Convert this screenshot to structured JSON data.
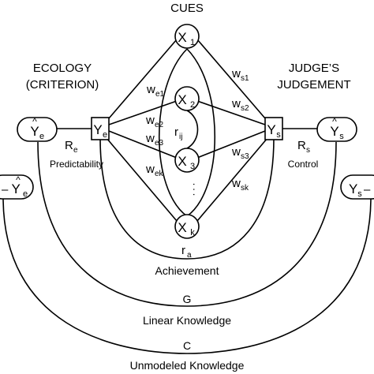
{
  "title": "CUES",
  "ecology_label": {
    "line1": "ECOLOGY",
    "line2": "(CRITERION)"
  },
  "judge_label": {
    "line1": "JUDGE’S",
    "line2": "JUDGEMENT"
  },
  "nodes": {
    "ye": {
      "base": "Y",
      "sub": "e"
    },
    "ys": {
      "base": "Y",
      "sub": "s"
    },
    "ye_hat": {
      "base": "Y",
      "hat": "^",
      "sub": "e"
    },
    "ys_hat": {
      "base": "Y",
      "hat": "^",
      "sub": "s"
    },
    "ye_resid": {
      "prefix": "– ",
      "base": "Y",
      "hat": "^",
      "sub": "e"
    },
    "ys_resid": {
      "base": "Y",
      "sub": "s",
      "suffix": " –"
    },
    "x1": {
      "base": "X",
      "sub": "1"
    },
    "x2": {
      "base": "X",
      "sub": "2"
    },
    "x3": {
      "base": "X",
      "sub": "3"
    },
    "xk": {
      "base": "X",
      "sub": "k"
    },
    "dots": "· · ·"
  },
  "weights": {
    "we1": {
      "base": "w",
      "sub": "e1"
    },
    "we2": {
      "base": "w",
      "sub": "e2"
    },
    "we3": {
      "base": "w",
      "sub": "e3"
    },
    "wek": {
      "base": "w",
      "sub": "ek"
    },
    "ws1": {
      "base": "w",
      "sub": "s1"
    },
    "ws2": {
      "base": "w",
      "sub": "s2"
    },
    "ws3": {
      "base": "w",
      "sub": "s3"
    },
    "wsk": {
      "base": "w",
      "sub": "sk"
    },
    "rij": {
      "base": "r",
      "sub": "ij"
    }
  },
  "relations": {
    "re": {
      "base": "R",
      "sub": "e"
    },
    "rs": {
      "base": "R",
      "sub": "s"
    },
    "ra": {
      "base": "r",
      "sub": "a"
    },
    "predictability": "Predictability",
    "control": "Control",
    "achievement": "Achievement",
    "g": "G",
    "linear_knowledge": "Linear Knowledge",
    "c": "C",
    "unmodeled_knowledge": "Unmodeled Knowledge"
  }
}
